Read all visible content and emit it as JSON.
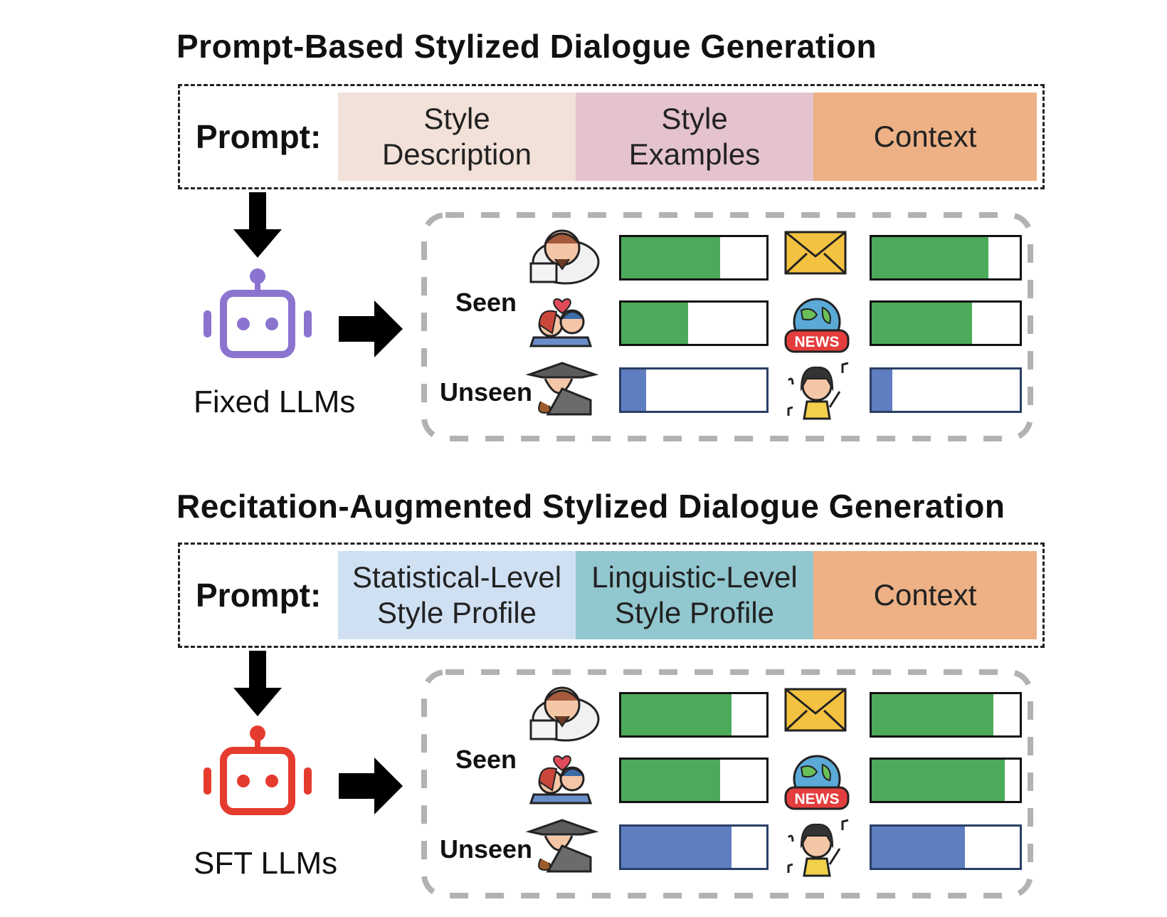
{
  "diagram": {
    "sections": [
      {
        "title": "Prompt-Based Stylized Dialogue Generation",
        "prompt_label": "Prompt:",
        "segments": [
          {
            "line1": "Style",
            "line2": "Description",
            "color": "#f2e1d8"
          },
          {
            "line1": "Style",
            "line2": "Examples",
            "color": "#e4c2cf"
          },
          {
            "line1": "Context",
            "line2": "",
            "color": "#edb185"
          }
        ],
        "model_label": "Fixed LLMs",
        "robot_color": "#8b74cf",
        "seen_label": "Seen",
        "unseen_label": "Unseen",
        "rows": [
          {
            "group": "seen",
            "left": 0.68,
            "right": 0.79
          },
          {
            "group": "seen",
            "left": 0.46,
            "right": 0.68
          },
          {
            "group": "unseen",
            "left": 0.17,
            "right": 0.14
          }
        ]
      },
      {
        "title": "Recitation-Augmented Stylized Dialogue Generation",
        "prompt_label": "Prompt:",
        "segments": [
          {
            "line1": "Statistical-Level",
            "line2": "Style Profile",
            "color": "#cfe0f3"
          },
          {
            "line1": "Linguistic-Level",
            "line2": "Style Profile",
            "color": "#92c7cf"
          },
          {
            "line1": "Context",
            "line2": "",
            "color": "#edb185"
          }
        ],
        "model_label": "SFT LLMs",
        "robot_color": "#e53b2f",
        "seen_label": "Seen",
        "unseen_label": "Unseen",
        "rows": [
          {
            "group": "seen",
            "left": 0.76,
            "right": 0.82
          },
          {
            "group": "seen",
            "left": 0.68,
            "right": 0.9
          },
          {
            "group": "unseen",
            "left": 0.76,
            "right": 0.63
          }
        ]
      }
    ],
    "news_label": "NEWS",
    "colors": {
      "seen_fill": "#4caa5b",
      "unseen_fill": "#5e7ec0",
      "dash": "#b2b2b2"
    }
  }
}
